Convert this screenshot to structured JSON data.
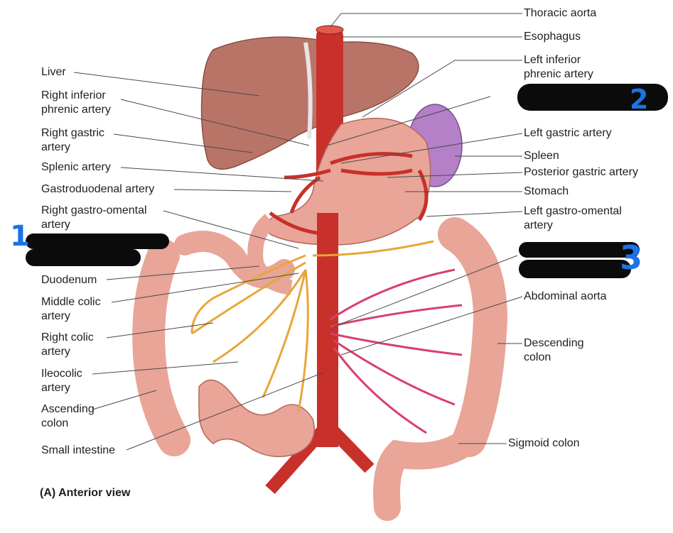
{
  "labels_left": {
    "liver": "Liver",
    "right_inferior_phrenic_artery_1": "Right inferior",
    "right_inferior_phrenic_artery_2": "phrenic artery",
    "right_gastric_artery_1": "Right gastric",
    "right_gastric_artery_2": "artery",
    "splenic_artery": "Splenic artery",
    "gastroduodenal_artery": "Gastroduodenal artery",
    "right_gastro_omental_artery_1": "Right gastro-omental",
    "right_gastro_omental_artery_2": "artery",
    "duodenum": "Duodenum",
    "middle_colic_artery_1": "Middle colic",
    "middle_colic_artery_2": "artery",
    "right_colic_artery_1": "Right colic",
    "right_colic_artery_2": "artery",
    "ileocolic_artery_1": "Ileocolic",
    "ileocolic_artery_2": "artery",
    "ascending_colon_1": "Ascending",
    "ascending_colon_2": "colon",
    "small_intestine": "Small intestine"
  },
  "labels_right": {
    "thoracic_aorta": "Thoracic aorta",
    "esophagus": "Esophagus",
    "left_inferior_phrenic_artery_1": "Left inferior",
    "left_inferior_phrenic_artery_2": "phrenic artery",
    "left_gastric_artery": "Left gastric artery",
    "spleen": "Spleen",
    "posterior_gastric_artery": "Posterior gastric artery",
    "stomach": "Stomach",
    "left_gastro_omental_artery_1": "Left gastro-omental",
    "left_gastro_omental_artery_2": "artery",
    "abdominal_aorta": "Abdominal aorta",
    "descending_colon_1": "Descending",
    "descending_colon_2": "colon",
    "sigmoid_colon": "Sigmoid colon"
  },
  "caption": "(A) Anterior view",
  "annotations": {
    "mark_1": "1",
    "mark_2": "2",
    "mark_3": "3"
  },
  "colors": {
    "organ_pink": "#e8a598",
    "liver_brown": "#b97468",
    "artery_red": "#c8302a",
    "mesenteric_yellow": "#e8a63a",
    "inferior_mesenteric_pink": "#d9406a",
    "spleen_purple": "#b480c8",
    "annotation_blue": "#1a73e8",
    "redaction_black": "#0b0b0b"
  }
}
